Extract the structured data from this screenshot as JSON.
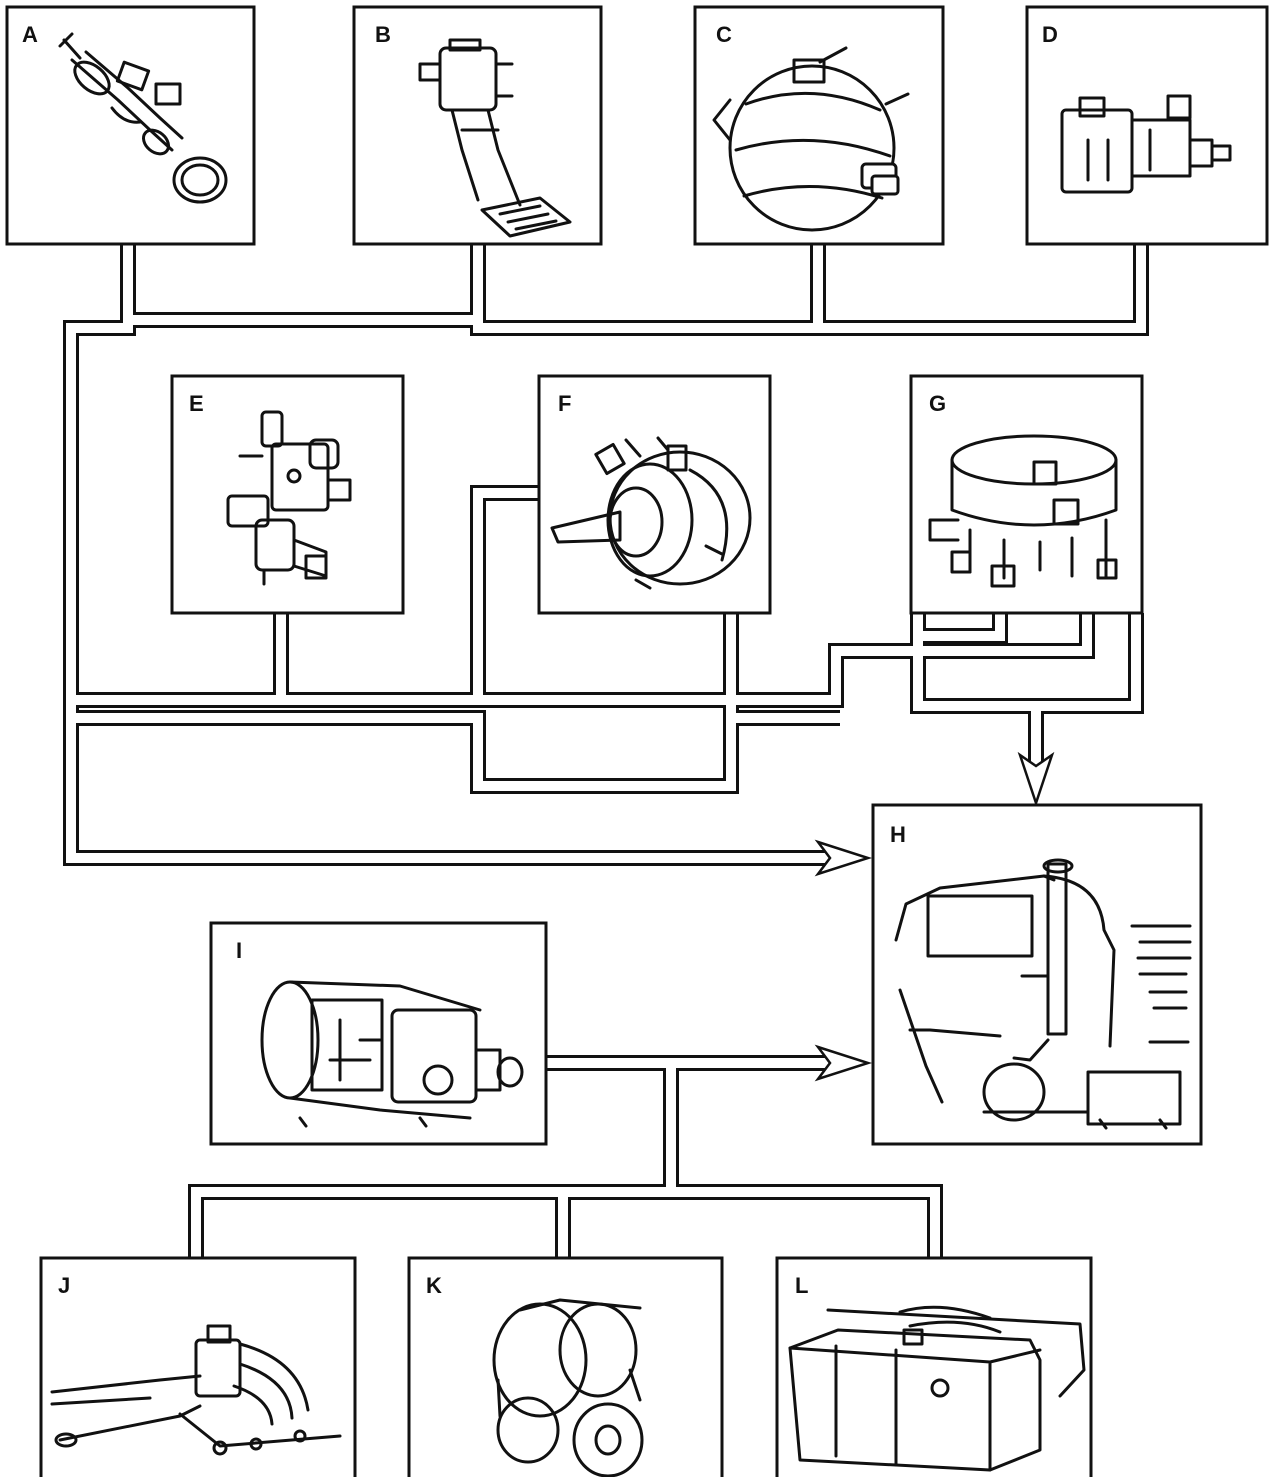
{
  "panels": [
    {
      "id": "A",
      "label": "A",
      "icon": "brake-valve-icon"
    },
    {
      "id": "B",
      "label": "B",
      "icon": "foot-brake-pedal-valve-icon"
    },
    {
      "id": "C",
      "label": "C",
      "icon": "spring-brake-chamber-icon"
    },
    {
      "id": "D",
      "label": "D",
      "icon": "relay-valve-icon"
    },
    {
      "id": "E",
      "label": "E",
      "icon": "multi-port-valve-icon"
    },
    {
      "id": "F",
      "label": "F",
      "icon": "brake-chamber-icon"
    },
    {
      "id": "G",
      "label": "G",
      "icon": "air-dryer-icon"
    },
    {
      "id": "H",
      "label": "H",
      "icon": "truck-cab-icon"
    },
    {
      "id": "I",
      "label": "I",
      "icon": "transmission-icon"
    },
    {
      "id": "J",
      "label": "J",
      "icon": "exhaust-manifold-icon"
    },
    {
      "id": "K",
      "label": "K",
      "icon": "axle-differential-icon"
    },
    {
      "id": "L",
      "label": "L",
      "icon": "fuel-tank-icon"
    }
  ]
}
